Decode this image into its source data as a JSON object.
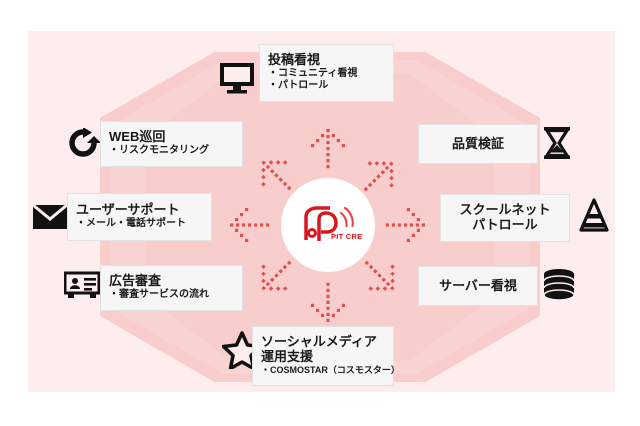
{
  "diagram": {
    "center": {
      "logo_text": "PIT CREW",
      "logo_mark": "pit-crew-p-logo"
    },
    "colors": {
      "panel_bg": "#fdeeed",
      "octagon_bg": "#f8cdcc",
      "box_bg": "#f6f6f6",
      "box_border": "#e2e2e2",
      "arrow": "#e0504f",
      "logo_red": "#d8181f",
      "text": "#1a1a1a"
    },
    "nodes": [
      {
        "id": "post-monitoring",
        "title": "投稿看視",
        "sub": [
          "・コミュニティ看視",
          "・パトロール"
        ],
        "icon": "monitor-icon"
      },
      {
        "id": "web-patrol",
        "title": "WEB巡回",
        "sub": [
          "・リスクモニタリング"
        ],
        "icon": "refresh-arrow-icon"
      },
      {
        "id": "user-support",
        "title": "ユーザーサポート",
        "sub": [
          "・メール・電話サポート"
        ],
        "icon": "mail-envelope-icon"
      },
      {
        "id": "ad-review",
        "title": "広告審査",
        "sub": [
          "・審査サービスの流れ"
        ],
        "icon": "id-card-icon"
      },
      {
        "id": "social-media",
        "title_line1": "ソーシャルメディア",
        "title_line2": "運用支援",
        "sub": [
          "・COSMOSTAR（コスモスター）"
        ],
        "icon": "star-icon"
      },
      {
        "id": "quality-verification",
        "title": "品質検証",
        "sub": [],
        "icon": "hourglass-icon"
      },
      {
        "id": "school-net-patrol",
        "title_line1": "スクールネット",
        "title_line2": "パトロール",
        "sub": [],
        "icon": "traffic-cone-icon"
      },
      {
        "id": "server-monitoring",
        "title": "サーバー看視",
        "sub": [],
        "icon": "database-icon"
      }
    ]
  }
}
